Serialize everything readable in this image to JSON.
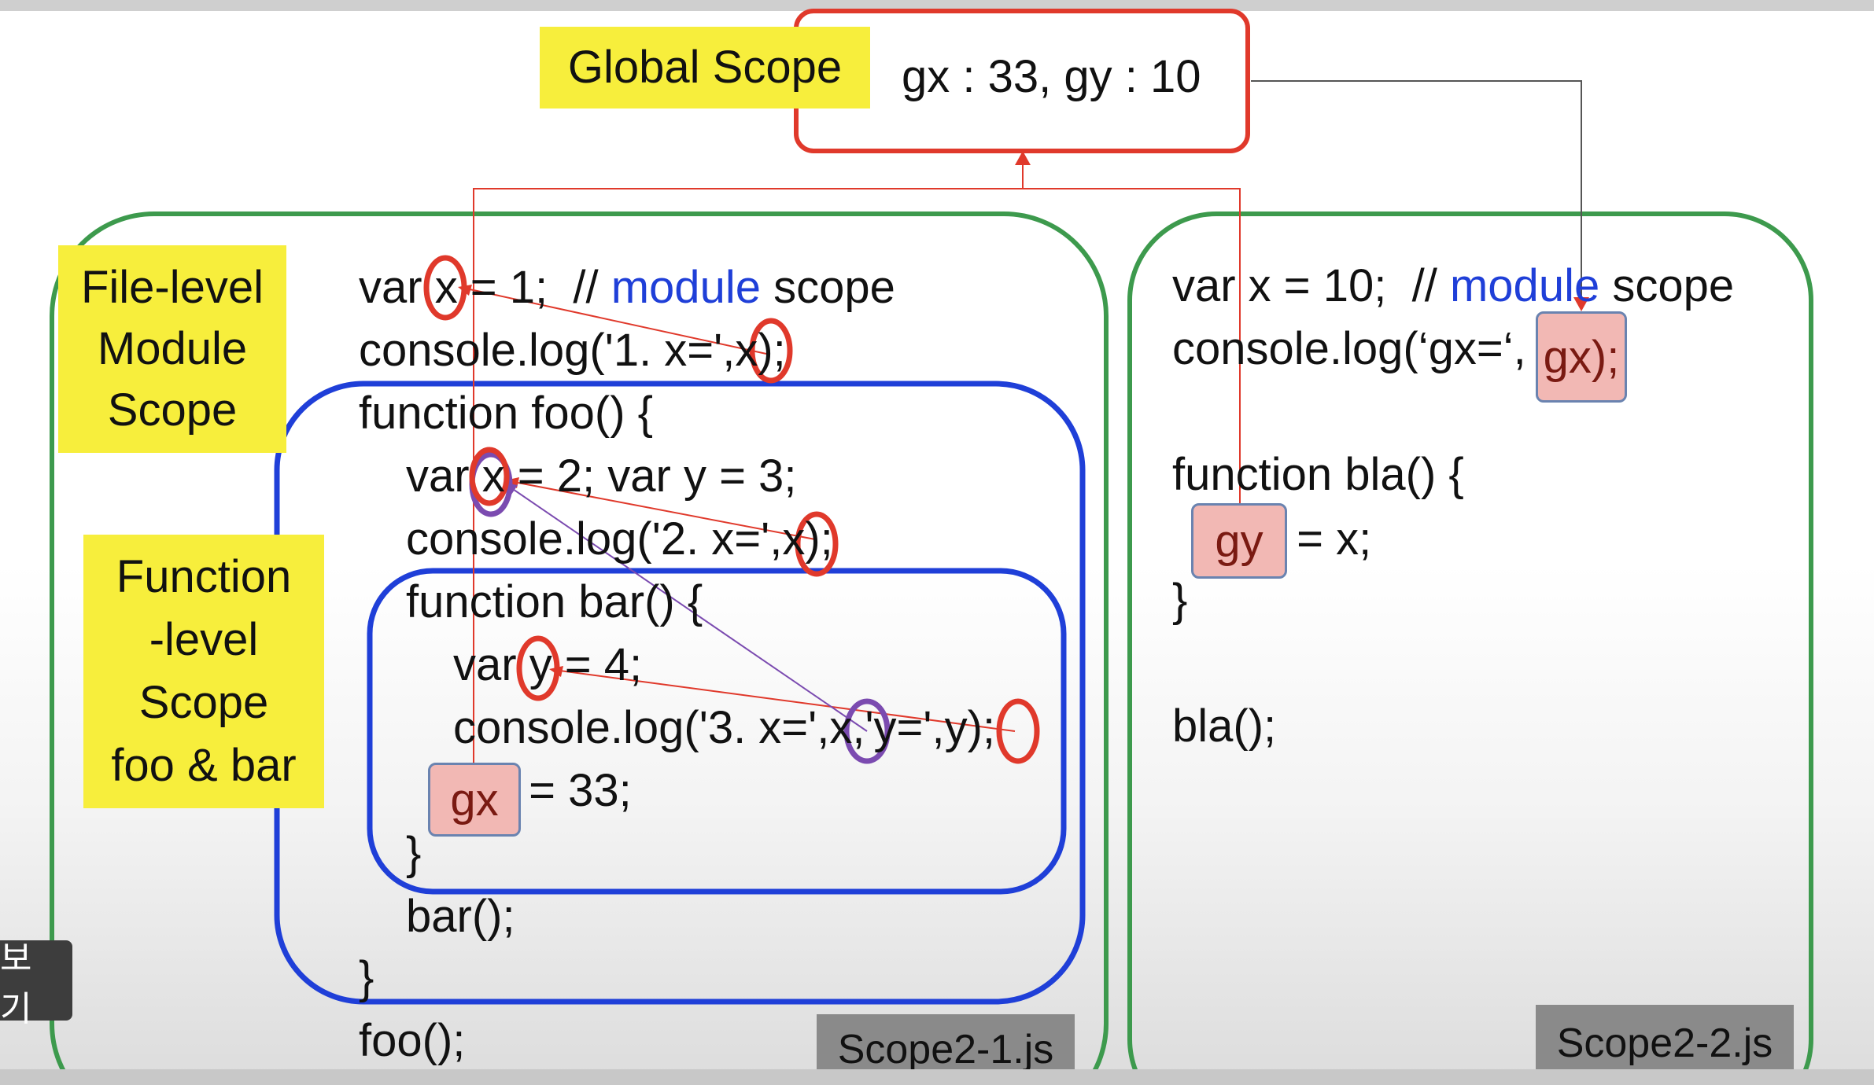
{
  "global": {
    "label": "Global Scope",
    "values": "gx : 33, gy : 10"
  },
  "labels": {
    "file_level": [
      "File-level",
      "Module",
      "Scope"
    ],
    "function_level": [
      "Function",
      "-level",
      "Scope",
      "foo & bar"
    ]
  },
  "files": {
    "left": "Scope2-1.js",
    "right": "Scope2-2.js"
  },
  "left_code": {
    "l1_pre": "var ",
    "l1_var": "x",
    "l1_post": " = 1;  // ",
    "l1_kw": "module",
    "l1_end": " scope",
    "l2_pre": "console.log('1. x=',",
    "l2_var": "x",
    "l2_end": ");",
    "l3": "function foo() {",
    "l4_pre": "var ",
    "l4_var": "x",
    "l4_post": " = 2; var y = 3;",
    "l5_pre": "console.log('2. x=',",
    "l5_var": "x",
    "l5_end": ");",
    "l6": "function bar() {",
    "l7_pre": "var ",
    "l7_var": "y",
    "l7_post": " = 4;",
    "l8_pre": "console.log('3. x=',",
    "l8_x": "x",
    "l8_mid": ",'y=',",
    "l8_y": "y",
    "l8_end": ");",
    "l9_var": "gx",
    "l9_post": " = 33;",
    "l10": "}",
    "l11": "bar();",
    "l12": "}",
    "l13": "foo();"
  },
  "right_code": {
    "l1_pre": "var x = 10;  // ",
    "l1_kw": "module",
    "l1_end": " scope",
    "l2_pre": "console.log(‘gx=‘,",
    "l2_var": "gx);",
    "l3": "function bla() {",
    "l4_var": "gy",
    "l4_post": " = x;",
    "l5": "}",
    "l6": "bla();"
  },
  "tooltip": "보기",
  "colors": {
    "global_border": "#e0392b",
    "module_border": "#3d9a4d",
    "function_border": "#1f3fd8",
    "highlight": "#f7ee3c",
    "circle_red": "#e0392b",
    "circle_purple": "#7b4bb0"
  }
}
